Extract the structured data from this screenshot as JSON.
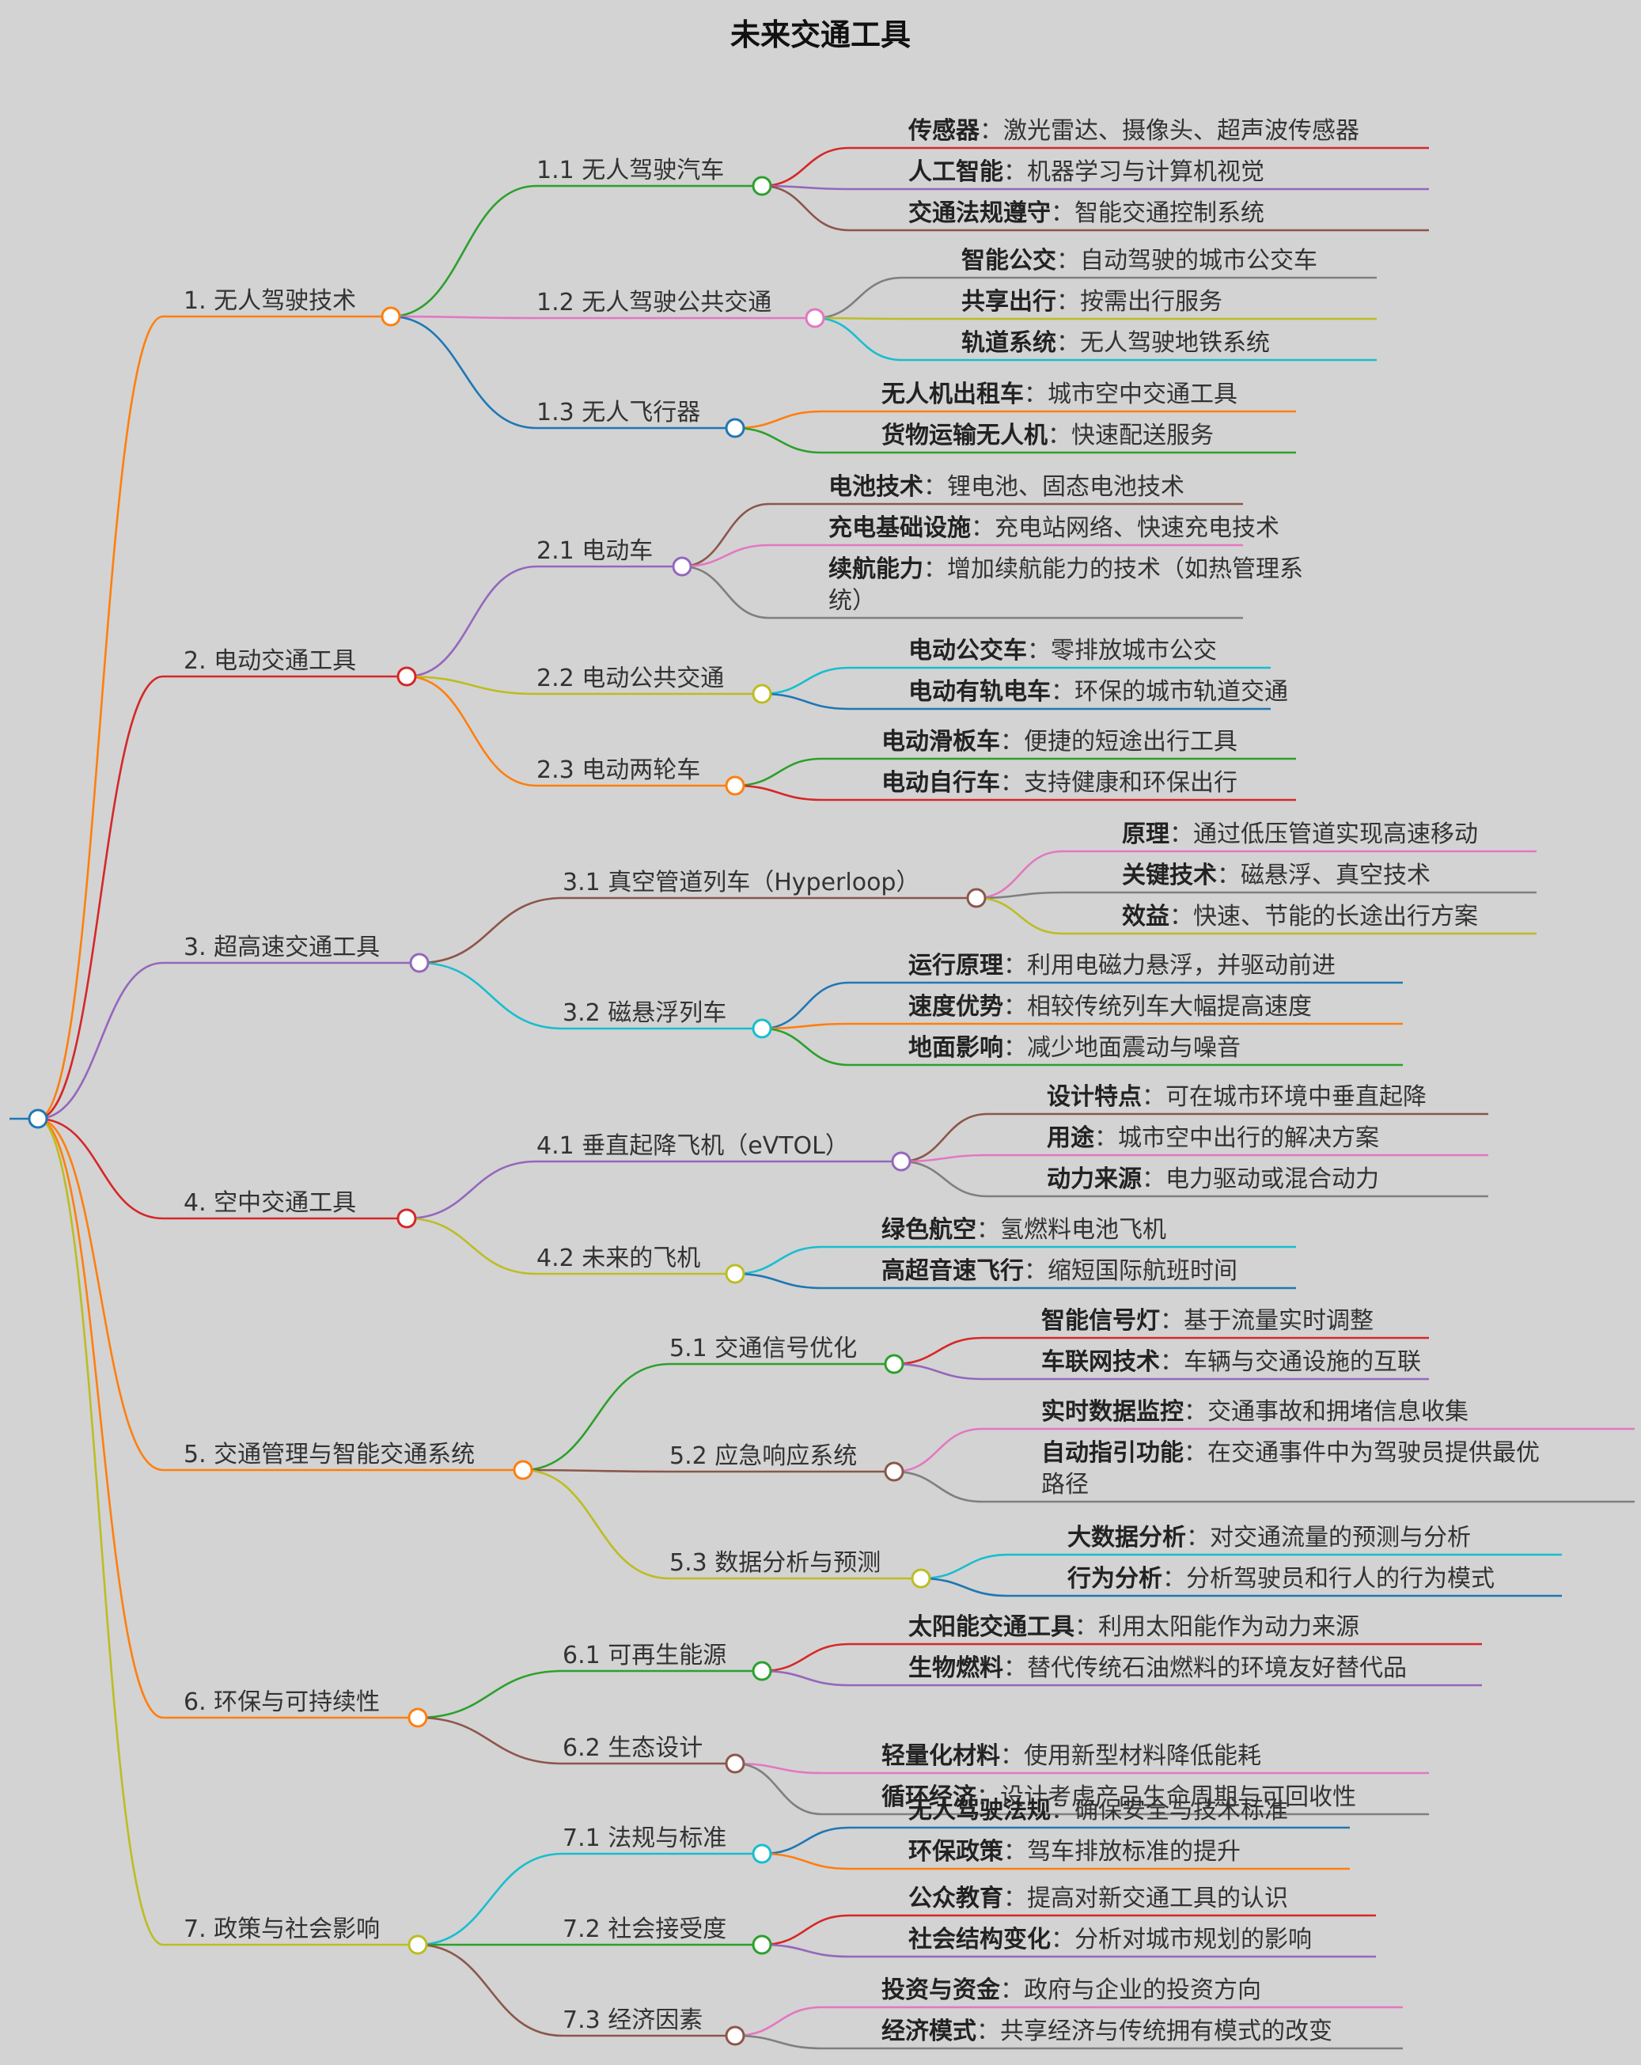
{
  "title": "未来交通工具",
  "colors": {
    "background": "#d3d3d3",
    "orange": "#ff7f0e",
    "red": "#d62728",
    "purple": "#9467bd",
    "green": "#2ca02c",
    "pink": "#e377c2",
    "blue": "#1f77b4",
    "brown": "#8c564b",
    "olive": "#bcbd22",
    "cyan": "#17becf",
    "gray": "#7f7f7f"
  },
  "branches": [
    {
      "label": "1. 无人驾驶技术",
      "color": "orange",
      "children": [
        {
          "label": "1.1 无人驾驶汽车",
          "color": "green",
          "leaves": [
            {
              "key": "传感器",
              "value": "：激光雷达、摄像头、超声波传感器",
              "color": "red"
            },
            {
              "key": "人工智能",
              "value": "：机器学习与计算机视觉",
              "color": "purple"
            },
            {
              "key": "交通法规遵守",
              "value": "：智能交通控制系统",
              "color": "brown"
            }
          ]
        },
        {
          "label": "1.2 无人驾驶公共交通",
          "color": "pink",
          "leaves": [
            {
              "key": "智能公交",
              "value": "：自动驾驶的城市公交车",
              "color": "gray"
            },
            {
              "key": "共享出行",
              "value": "：按需出行服务",
              "color": "olive"
            },
            {
              "key": "轨道系统",
              "value": "：无人驾驶地铁系统",
              "color": "cyan"
            }
          ]
        },
        {
          "label": "1.3 无人飞行器",
          "color": "blue",
          "leaves": [
            {
              "key": "无人机出租车",
              "value": "：城市空中交通工具",
              "color": "orange"
            },
            {
              "key": "货物运输无人机",
              "value": "：快速配送服务",
              "color": "green"
            }
          ]
        }
      ]
    },
    {
      "label": "2. 电动交通工具",
      "color": "red",
      "children": [
        {
          "label": "2.1 电动车",
          "color": "purple",
          "leaves": [
            {
              "key": "电池技术",
              "value": "：锂电池、固态电池技术",
              "color": "brown"
            },
            {
              "key": "充电基础设施",
              "value": "：充电站网络、快速充电技术",
              "color": "pink"
            },
            {
              "key": "续航能力",
              "value": "：增加续航能力的技术（如热管理系",
              "value2": "统）",
              "color": "gray"
            }
          ]
        },
        {
          "label": "2.2 电动公共交通",
          "color": "olive",
          "leaves": [
            {
              "key": "电动公交车",
              "value": "：零排放城市公交",
              "color": "cyan"
            },
            {
              "key": "电动有轨电车",
              "value": "：环保的城市轨道交通",
              "color": "blue"
            }
          ]
        },
        {
          "label": "2.3 电动两轮车",
          "color": "orange",
          "leaves": [
            {
              "key": "电动滑板车",
              "value": "：便捷的短途出行工具",
              "color": "green"
            },
            {
              "key": "电动自行车",
              "value": "：支持健康和环保出行",
              "color": "red"
            }
          ]
        }
      ]
    },
    {
      "label": "3. 超高速交通工具",
      "color": "purple",
      "children": [
        {
          "label": "3.1 真空管道列车（Hyperloop）",
          "color": "brown",
          "leaves": [
            {
              "key": "原理",
              "value": "：通过低压管道实现高速移动",
              "color": "pink"
            },
            {
              "key": "关键技术",
              "value": "：磁悬浮、真空技术",
              "color": "gray"
            },
            {
              "key": "效益",
              "value": "：快速、节能的长途出行方案",
              "color": "olive"
            }
          ]
        },
        {
          "label": "3.2 磁悬浮列车",
          "color": "cyan",
          "leaves": [
            {
              "key": "运行原理",
              "value": "：利用电磁力悬浮，并驱动前进",
              "color": "blue"
            },
            {
              "key": "速度优势",
              "value": "：相较传统列车大幅提高速度",
              "color": "orange"
            },
            {
              "key": "地面影响",
              "value": "：减少地面震动与噪音",
              "color": "green"
            }
          ]
        }
      ]
    },
    {
      "label": "4. 空中交通工具",
      "color": "red",
      "children": [
        {
          "label": "4.1 垂直起降飞机（eVTOL）",
          "color": "purple",
          "leaves": [
            {
              "key": "设计特点",
              "value": "：可在城市环境中垂直起降",
              "color": "brown"
            },
            {
              "key": "用途",
              "value": "：城市空中出行的解决方案",
              "color": "pink"
            },
            {
              "key": "动力来源",
              "value": "：电力驱动或混合动力",
              "color": "gray"
            }
          ]
        },
        {
          "label": "4.2 未来的飞机",
          "color": "olive",
          "leaves": [
            {
              "key": "绿色航空",
              "value": "：氢燃料电池飞机",
              "color": "cyan"
            },
            {
              "key": "高超音速飞行",
              "value": "：缩短国际航班时间",
              "color": "blue"
            }
          ]
        }
      ]
    },
    {
      "label": "5. 交通管理与智能交通系统",
      "color": "orange",
      "children": [
        {
          "label": "5.1 交通信号优化",
          "color": "green",
          "leaves": [
            {
              "key": "智能信号灯",
              "value": "：基于流量实时调整",
              "color": "red"
            },
            {
              "key": "车联网技术",
              "value": "：车辆与交通设施的互联",
              "color": "purple"
            }
          ]
        },
        {
          "label": "5.2 应急响应系统",
          "color": "brown",
          "leaves": [
            {
              "key": "实时数据监控",
              "value": "：交通事故和拥堵信息收集",
              "color": "pink"
            },
            {
              "key": "自动指引功能",
              "value": "：在交通事件中为驾驶员提供最优",
              "value2": "路径",
              "color": "gray"
            }
          ]
        },
        {
          "label": "5.3 数据分析与预测",
          "color": "olive",
          "leaves": [
            {
              "key": "大数据分析",
              "value": "：对交通流量的预测与分析",
              "color": "cyan"
            },
            {
              "key": "行为分析",
              "value": "：分析驾驶员和行人的行为模式",
              "color": "blue"
            }
          ]
        }
      ]
    },
    {
      "label": "6. 环保与可持续性",
      "color": "orange",
      "children": [
        {
          "label": "6.1 可再生能源",
          "color": "green",
          "leaves": [
            {
              "key": "太阳能交通工具",
              "value": "：利用太阳能作为动力来源",
              "color": "red"
            },
            {
              "key": "生物燃料",
              "value": "：替代传统石油燃料的环境友好替代品",
              "color": "purple"
            }
          ]
        },
        {
          "label": "6.2 生态设计",
          "color": "brown",
          "leaves": [
            {
              "key": "轻量化材料",
              "value": "：使用新型材料降低能耗",
              "color": "pink"
            },
            {
              "key": "循环经济",
              "value": "：设计考虑产品生命周期与可回收性",
              "color": "gray"
            }
          ]
        }
      ]
    },
    {
      "label": "7. 政策与社会影响",
      "color": "olive",
      "children": [
        {
          "label": "7.1 法规与标准",
          "color": "cyan",
          "leaves": [
            {
              "key": "无人驾驶法规",
              "value": "：确保安全与技术标准",
              "color": "blue"
            },
            {
              "key": "环保政策",
              "value": "：驾车排放标准的提升",
              "color": "orange"
            }
          ]
        },
        {
          "label": "7.2 社会接受度",
          "color": "green",
          "leaves": [
            {
              "key": "公众教育",
              "value": "：提高对新交通工具的认识",
              "color": "red"
            },
            {
              "key": "社会结构变化",
              "value": "：分析对城市规划的影响",
              "color": "purple"
            }
          ]
        },
        {
          "label": "7.3 经济因素",
          "color": "brown",
          "leaves": [
            {
              "key": "投资与资金",
              "value": "：政府与企业的投资方向",
              "color": "pink"
            },
            {
              "key": "经济模式",
              "value": "：共享经济与传统拥有模式的改变",
              "color": "gray"
            }
          ]
        }
      ]
    }
  ]
}
